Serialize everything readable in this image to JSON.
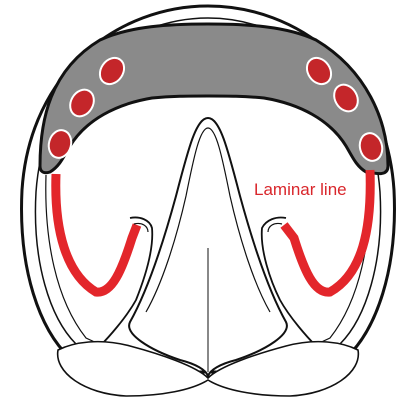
{
  "diagram": {
    "annotation_text": "Laminar line",
    "colors": {
      "laminar_line": "#e3262b",
      "shoe": "#8a8a8a",
      "nail_holes": "#c4262a",
      "outline": "#111111",
      "label_text": "#d9262b"
    },
    "parts": [
      "hoof-wall",
      "horseshoe",
      "nail-holes",
      "laminar-line",
      "frog",
      "heel-bulbs"
    ]
  }
}
